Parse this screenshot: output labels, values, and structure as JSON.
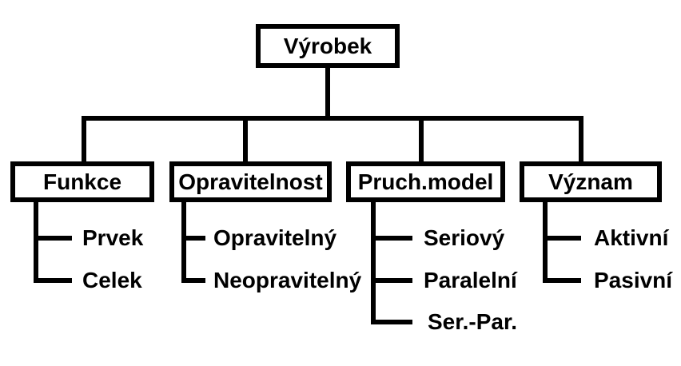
{
  "diagram": {
    "type": "tree-hierarchy",
    "colors": {
      "line": "#000000",
      "text": "#000000",
      "background": "#ffffff"
    },
    "root": {
      "label": "Výrobek"
    },
    "branches": [
      {
        "label": "Funkce",
        "children": [
          "Prvek",
          "Celek"
        ]
      },
      {
        "label": "Opravitelnost",
        "children": [
          "Opravitelný",
          "Neopravitelný"
        ]
      },
      {
        "label": "Pruch.model",
        "children": [
          "Seriový",
          "Paralelní",
          "Ser.-Par."
        ]
      },
      {
        "label": "Význam",
        "children": [
          "Aktivní",
          "Pasivní"
        ]
      }
    ]
  }
}
